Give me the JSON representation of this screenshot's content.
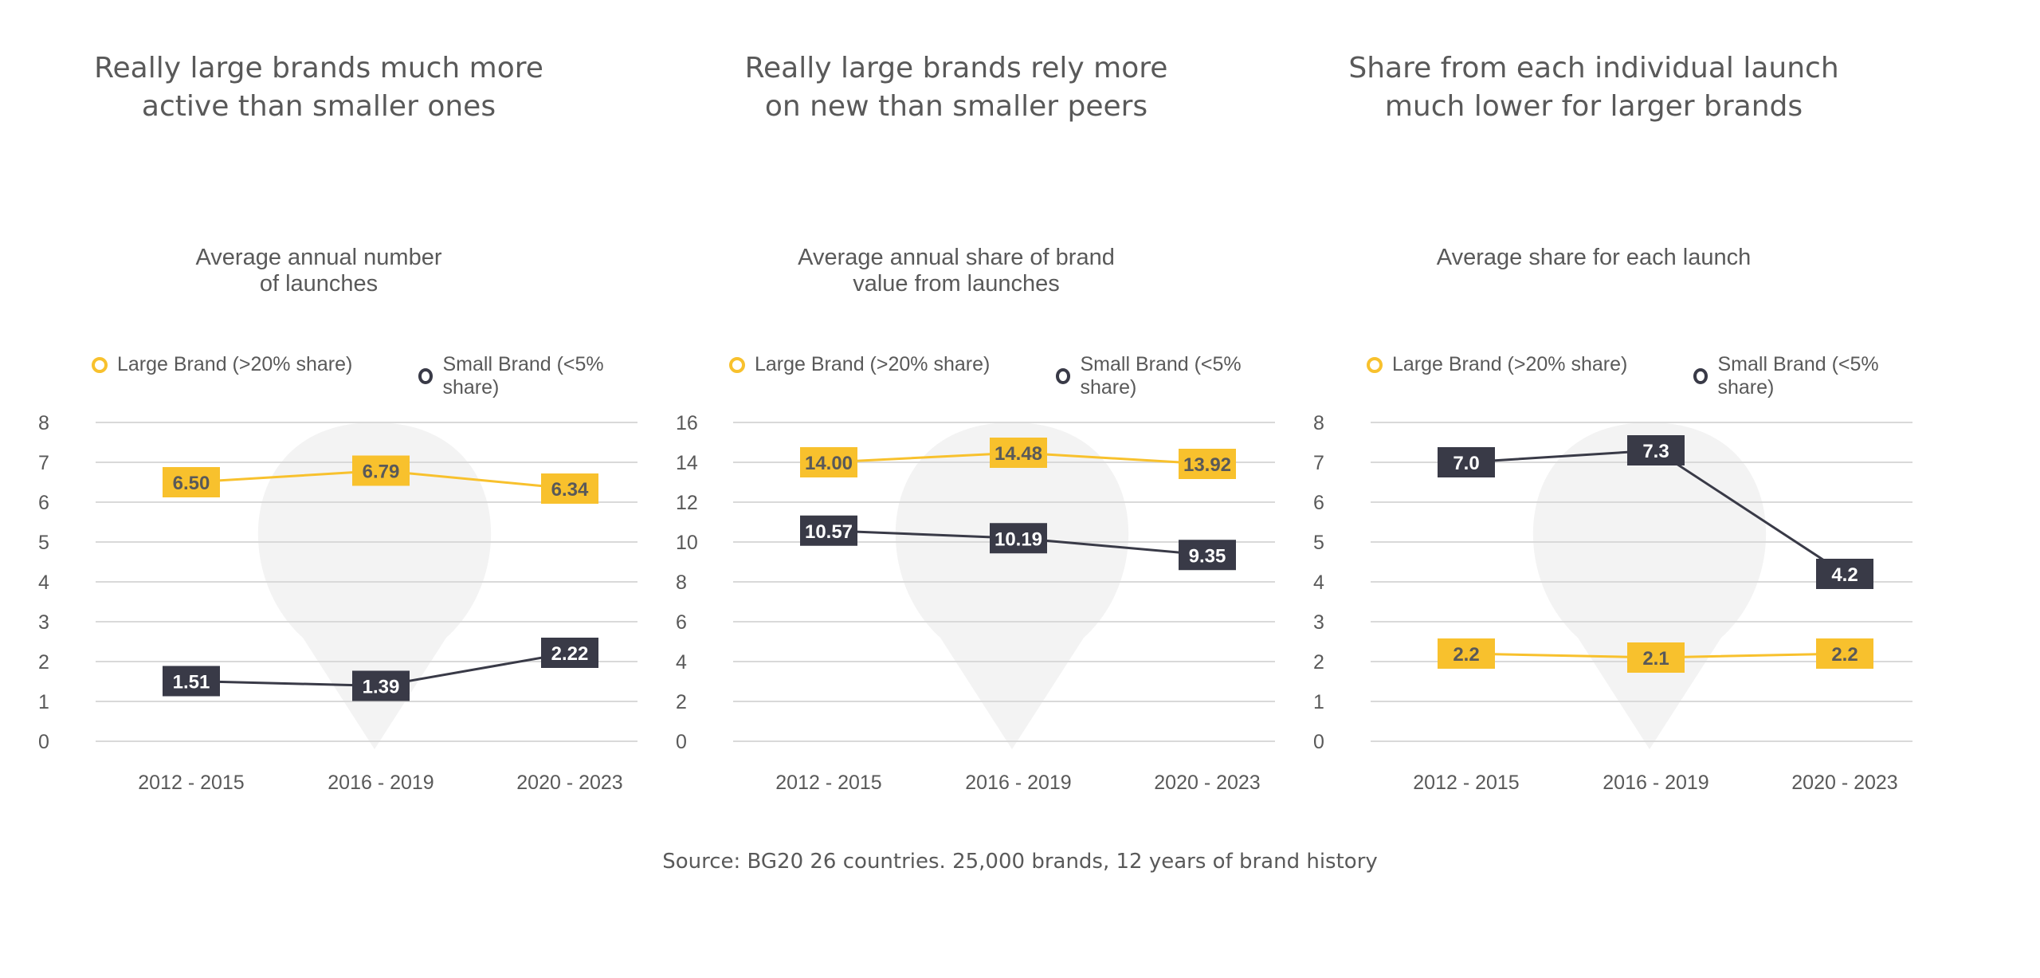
{
  "colors": {
    "large": "#f8c12d",
    "small": "#393a47",
    "text": "#595959",
    "grid": "#d9d9d9"
  },
  "legend": {
    "large": "Large Brand (>20% share)",
    "small": "Small Brand (<5% share)"
  },
  "source": "Source: BG20 26 countries. 25,000 brands, 12 years of brand history",
  "panels": [
    {
      "headline": "Really large brands much more\nactive than smaller ones",
      "subtitle": "Average annual number\nof launches"
    },
    {
      "headline": "Really large brands rely more\non new than smaller peers",
      "subtitle": "Average annual share of brand\nvalue from launches"
    },
    {
      "headline": "Share from each individual launch\nmuch lower for larger brands",
      "subtitle": "Average share for each launch"
    }
  ],
  "chart_data": [
    {
      "type": "line",
      "title": "Average annual number of launches",
      "categories": [
        "2012 - 2015",
        "2016 - 2019",
        "2020 - 2023"
      ],
      "ylim": [
        0,
        8
      ],
      "yticks": [
        0,
        1,
        2,
        3,
        4,
        5,
        6,
        7,
        8
      ],
      "grid": true,
      "legend_position": "top",
      "series": [
        {
          "name": "Large Brand (>20% share)",
          "values": [
            6.5,
            6.79,
            6.34
          ],
          "labels": [
            "6.50",
            "6.79",
            "6.34"
          ]
        },
        {
          "name": "Small Brand (<5% share)",
          "values": [
            1.51,
            1.39,
            2.22
          ],
          "labels": [
            "1.51",
            "1.39",
            "2.22"
          ]
        }
      ]
    },
    {
      "type": "line",
      "title": "Average annual share of brand value from launches",
      "categories": [
        "2012 - 2015",
        "2016 - 2019",
        "2020 - 2023"
      ],
      "ylim": [
        0,
        16
      ],
      "yticks": [
        0,
        2,
        4,
        6,
        8,
        10,
        12,
        14,
        16
      ],
      "grid": true,
      "legend_position": "top",
      "series": [
        {
          "name": "Large Brand (>20% share)",
          "values": [
            14.0,
            14.48,
            13.92
          ],
          "labels": [
            "14.00",
            "14.48",
            "13.92"
          ]
        },
        {
          "name": "Small Brand (<5% share)",
          "values": [
            10.57,
            10.19,
            9.35
          ],
          "labels": [
            "10.57",
            "10.19",
            "9.35"
          ]
        }
      ]
    },
    {
      "type": "line",
      "title": "Average share for each launch",
      "categories": [
        "2012 - 2015",
        "2016 - 2019",
        "2020 - 2023"
      ],
      "ylim": [
        0,
        8
      ],
      "yticks": [
        0,
        1,
        2,
        3,
        4,
        5,
        6,
        7,
        8
      ],
      "grid": true,
      "legend_position": "top",
      "series": [
        {
          "name": "Large Brand (>20% share)",
          "values": [
            2.2,
            2.1,
            2.2
          ],
          "labels": [
            "2.2",
            "2.1",
            "2.2"
          ]
        },
        {
          "name": "Small Brand (<5% share)",
          "values": [
            7.0,
            7.3,
            4.2
          ],
          "labels": [
            "7.0",
            "7.3",
            "4.2"
          ]
        }
      ]
    }
  ]
}
